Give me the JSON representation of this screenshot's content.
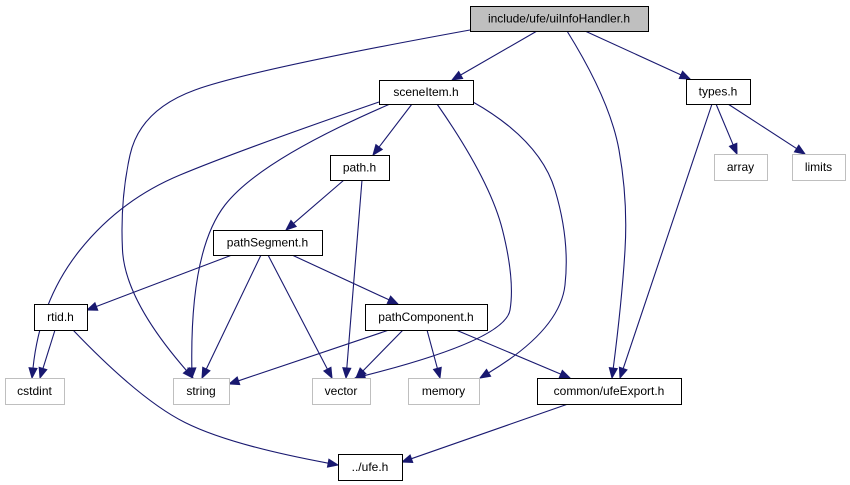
{
  "diagram": {
    "type": "include-dependency-graph",
    "colors": {
      "edge": "#191970",
      "root_fill": "#bfbfbf",
      "local_border": "#000000",
      "system_border": "#bfbfbf"
    },
    "nodes": [
      {
        "id": "uiInfoHandler",
        "label": "include/ufe/uiInfoHandler.h",
        "kind": "root"
      },
      {
        "id": "sceneItem",
        "label": "sceneItem.h",
        "kind": "local"
      },
      {
        "id": "types",
        "label": "types.h",
        "kind": "local"
      },
      {
        "id": "path",
        "label": "path.h",
        "kind": "local"
      },
      {
        "id": "pathSegment",
        "label": "pathSegment.h",
        "kind": "local"
      },
      {
        "id": "rtid",
        "label": "rtid.h",
        "kind": "local"
      },
      {
        "id": "pathComponent",
        "label": "pathComponent.h",
        "kind": "local"
      },
      {
        "id": "cstdint",
        "label": "cstdint",
        "kind": "system"
      },
      {
        "id": "string",
        "label": "string",
        "kind": "system"
      },
      {
        "id": "vector",
        "label": "vector",
        "kind": "system"
      },
      {
        "id": "memory",
        "label": "memory",
        "kind": "system"
      },
      {
        "id": "ufeExport",
        "label": "common/ufeExport.h",
        "kind": "local"
      },
      {
        "id": "array",
        "label": "array",
        "kind": "system"
      },
      {
        "id": "limits",
        "label": "limits",
        "kind": "system"
      },
      {
        "id": "ufe",
        "label": "../ufe.h",
        "kind": "local"
      }
    ],
    "edges": [
      {
        "from": "uiInfoHandler",
        "to": "sceneItem"
      },
      {
        "from": "uiInfoHandler",
        "to": "string"
      },
      {
        "from": "uiInfoHandler",
        "to": "ufeExport"
      },
      {
        "from": "uiInfoHandler",
        "to": "types"
      },
      {
        "from": "sceneItem",
        "to": "path"
      },
      {
        "from": "sceneItem",
        "to": "cstdint"
      },
      {
        "from": "sceneItem",
        "to": "string"
      },
      {
        "from": "sceneItem",
        "to": "vector"
      },
      {
        "from": "sceneItem",
        "to": "memory"
      },
      {
        "from": "types",
        "to": "array"
      },
      {
        "from": "types",
        "to": "limits"
      },
      {
        "from": "types",
        "to": "ufeExport"
      },
      {
        "from": "path",
        "to": "pathSegment"
      },
      {
        "from": "path",
        "to": "vector"
      },
      {
        "from": "pathSegment",
        "to": "rtid"
      },
      {
        "from": "pathSegment",
        "to": "string"
      },
      {
        "from": "pathSegment",
        "to": "vector"
      },
      {
        "from": "pathSegment",
        "to": "pathComponent"
      },
      {
        "from": "rtid",
        "to": "cstdint"
      },
      {
        "from": "rtid",
        "to": "ufe"
      },
      {
        "from": "pathComponent",
        "to": "string"
      },
      {
        "from": "pathComponent",
        "to": "vector"
      },
      {
        "from": "pathComponent",
        "to": "memory"
      },
      {
        "from": "pathComponent",
        "to": "ufeExport"
      },
      {
        "from": "ufeExport",
        "to": "ufe"
      }
    ]
  }
}
